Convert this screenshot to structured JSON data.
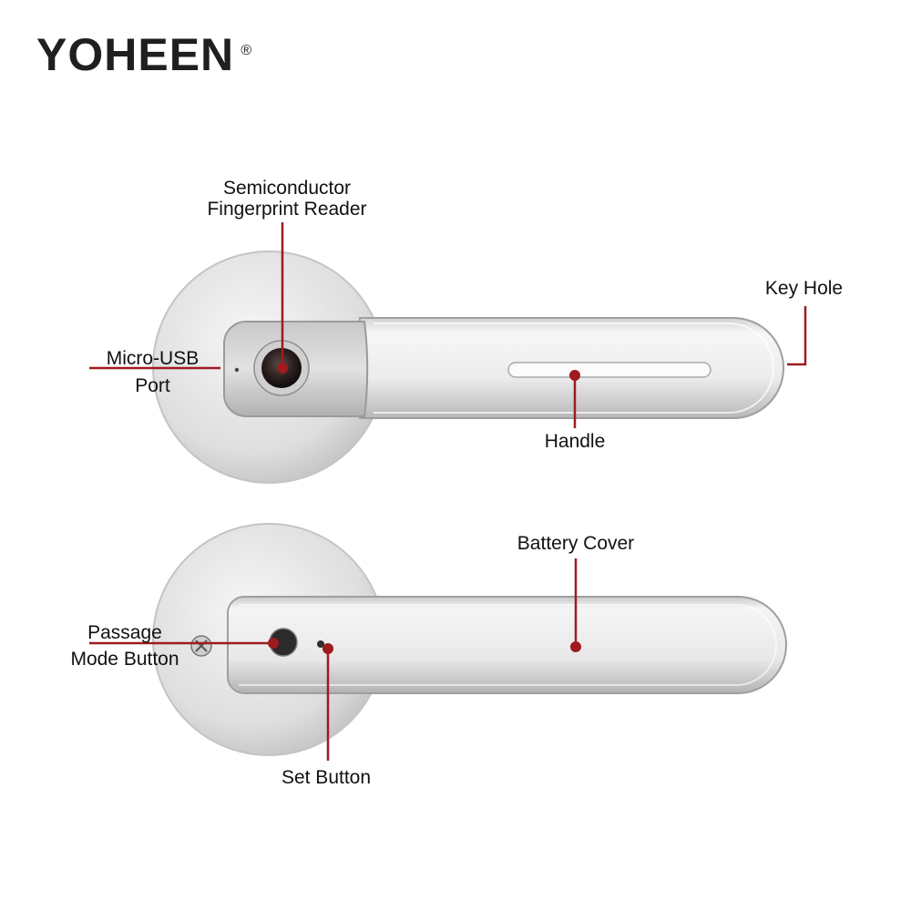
{
  "brand": {
    "logo_text": "YOHEEN",
    "registered_mark": "®"
  },
  "colors": {
    "callout": "#9e1b20",
    "body_light": "#f4f4f4",
    "body_dark": "#b9b9b9",
    "rose": "#d9d9d9"
  },
  "labels": {
    "fingerprint_reader": [
      "Semiconductor",
      "Fingerprint Reader"
    ],
    "micro_usb_port": [
      "Micro-USB",
      "Port"
    ],
    "key_hole": "Key Hole",
    "handle": "Handle",
    "battery_cover": "Battery Cover",
    "passage_mode_button": [
      "Passage",
      "Mode Button"
    ],
    "set_button": "Set Button"
  }
}
